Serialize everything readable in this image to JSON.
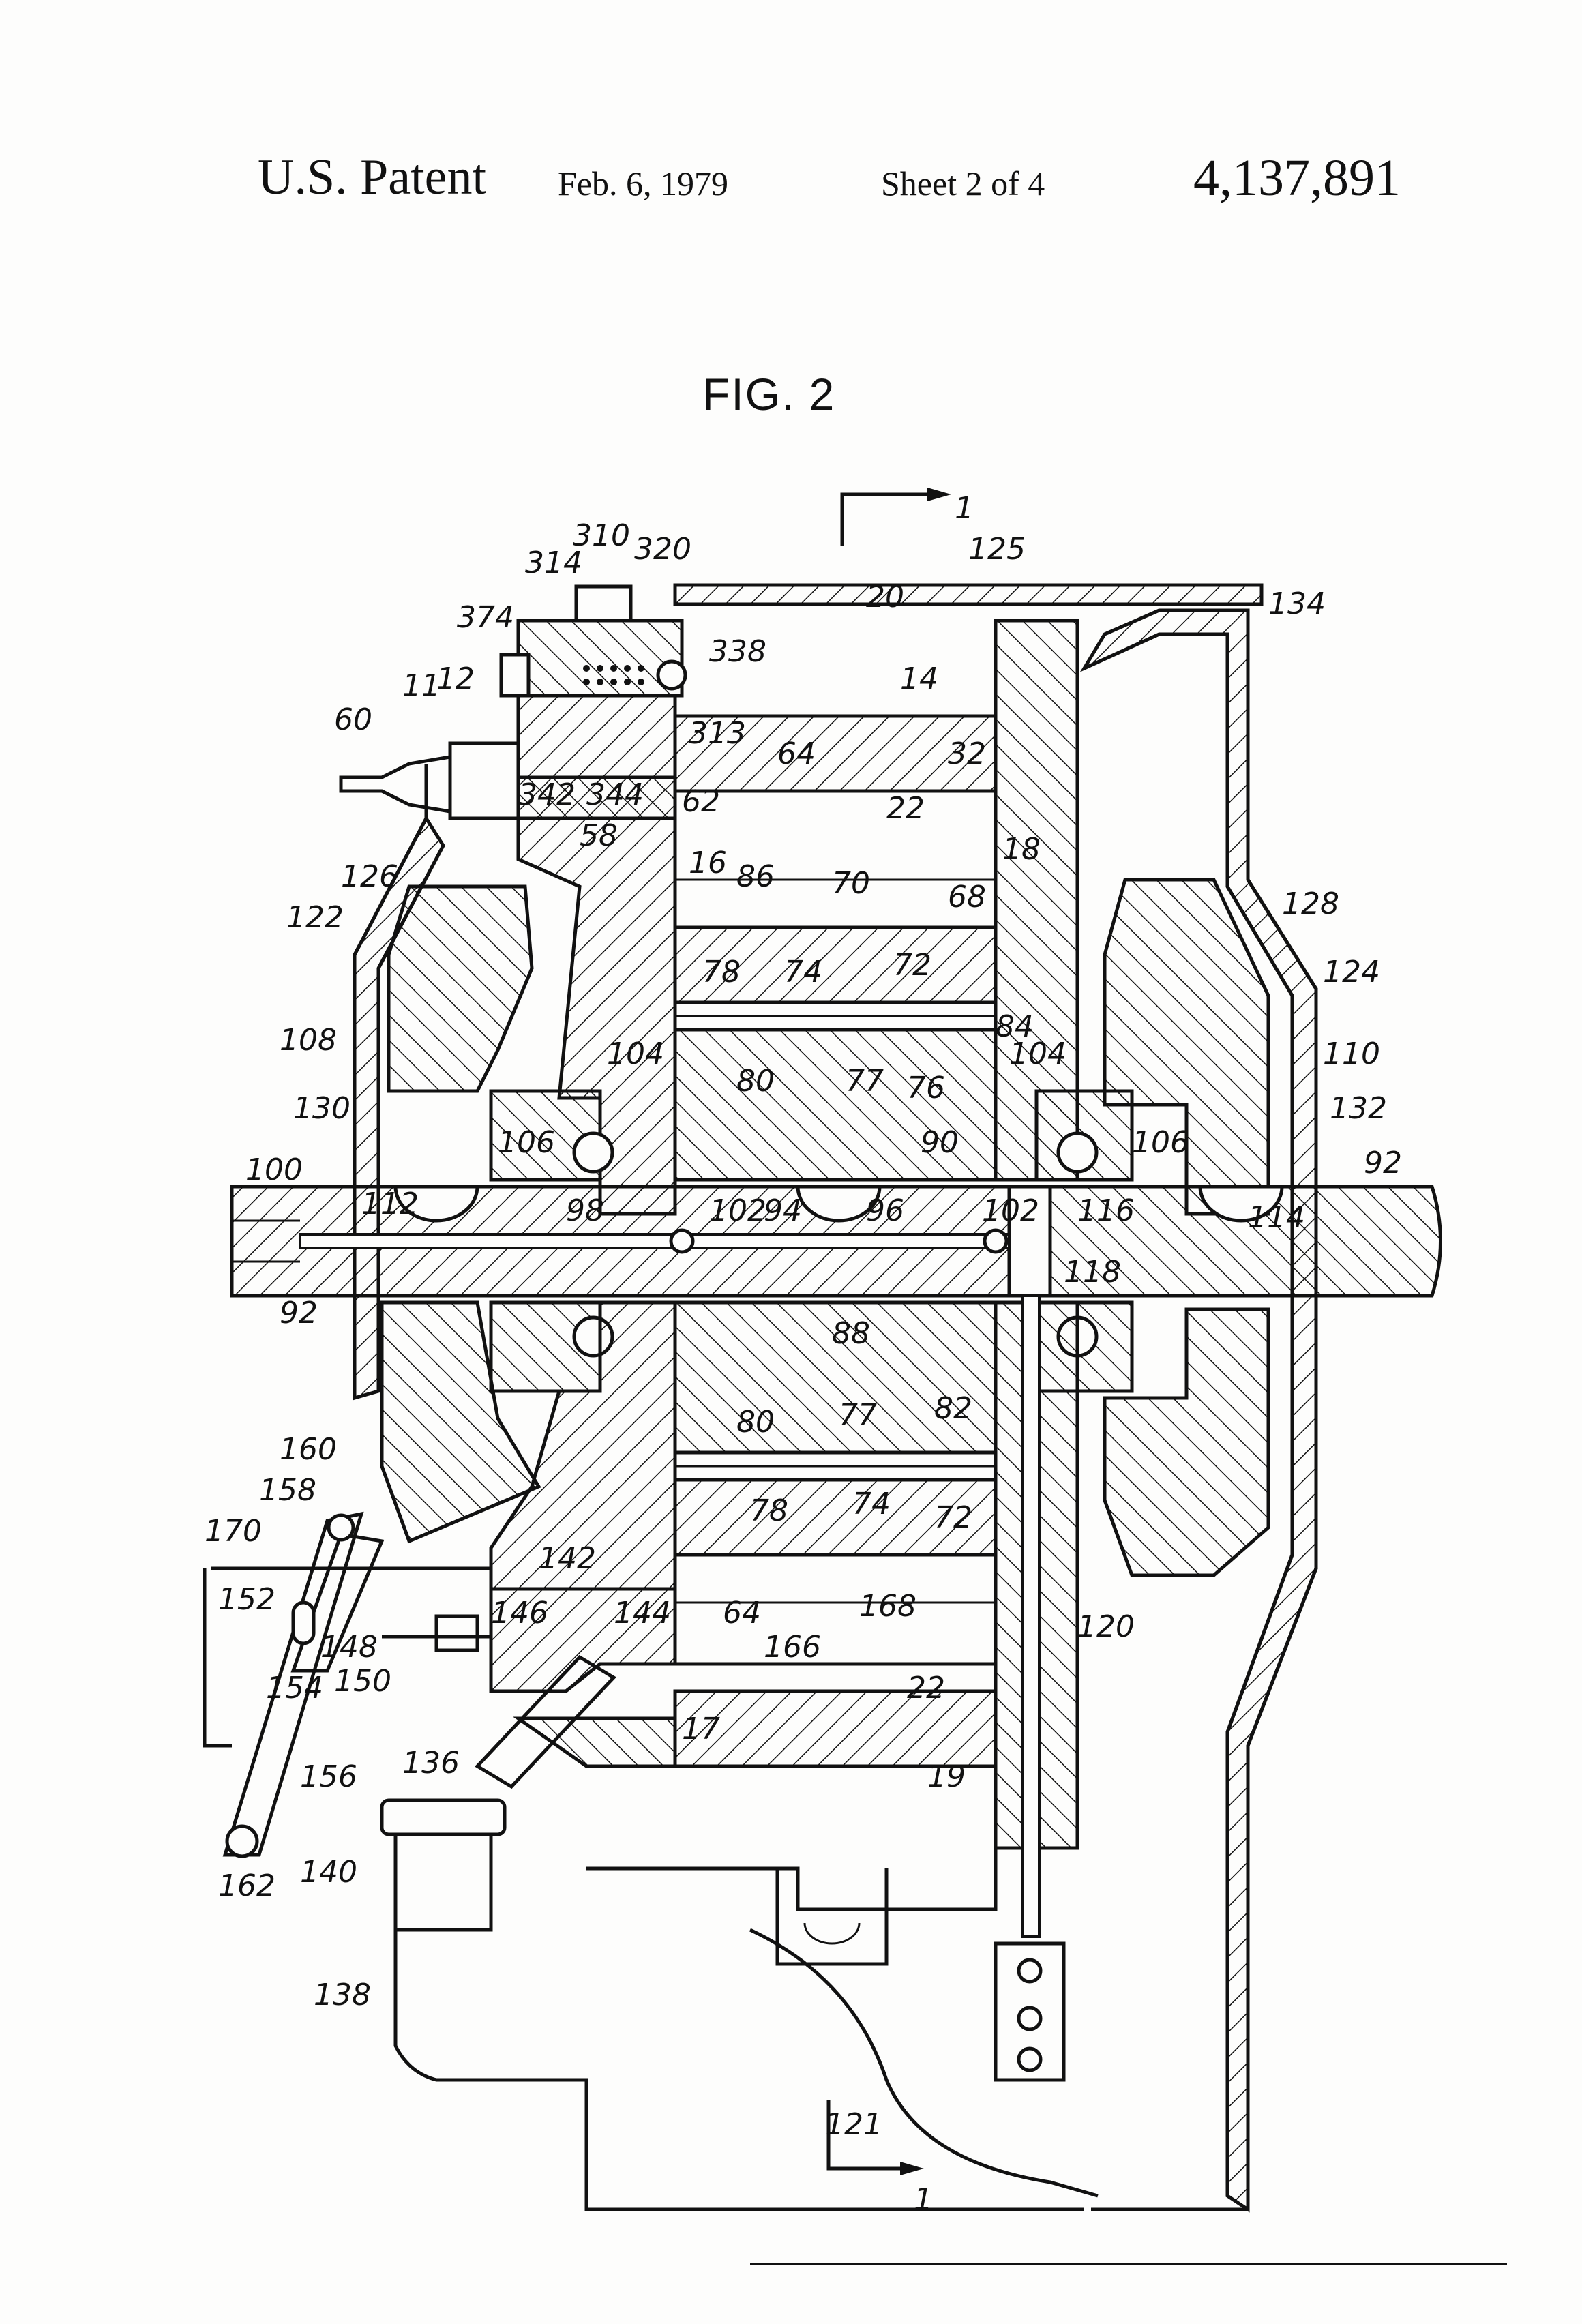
{
  "header": {
    "patent_label": "U.S. Patent",
    "date": "Feb. 6, 1979",
    "sheet": "Sheet 2 of 4",
    "patent_number": "4,137,891"
  },
  "figure": {
    "title": "FIG. 2",
    "section_marker": "1",
    "reference_numerals": [
      "310",
      "314",
      "320",
      "125",
      "134",
      "374",
      "11",
      "12",
      "338",
      "20",
      "14",
      "60",
      "313",
      "64",
      "32",
      "342",
      "344",
      "62",
      "22",
      "58",
      "18",
      "126",
      "122",
      "16",
      "86",
      "70",
      "68",
      "128",
      "124",
      "108",
      "78",
      "74",
      "72",
      "130",
      "104",
      "80",
      "77",
      "76",
      "84",
      "110",
      "132",
      "106",
      "90",
      "92",
      "100",
      "112",
      "98",
      "102",
      "94",
      "96",
      "116",
      "114",
      "118",
      "88",
      "82",
      "160",
      "158",
      "170",
      "142",
      "152",
      "146",
      "144",
      "168",
      "120",
      "148",
      "150",
      "154",
      "166",
      "17",
      "136",
      "156",
      "19",
      "162",
      "140",
      "138",
      "121"
    ]
  }
}
